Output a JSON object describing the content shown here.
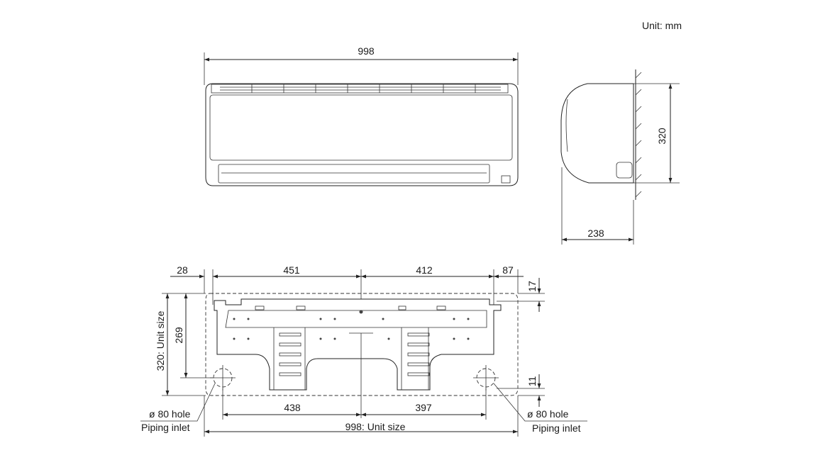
{
  "unit_label": "Unit: mm",
  "front_view": {
    "width": "998"
  },
  "side_view": {
    "height": "320",
    "depth": "238"
  },
  "mounting_plate": {
    "top_left": "28",
    "top_mid_left": "451",
    "top_mid_right": "412",
    "top_right": "87",
    "right_top": "17",
    "left_outer": "320: Unit size",
    "left_inner": "269",
    "right_bottom": "11",
    "bottom_left": "438",
    "bottom_right": "397",
    "bottom_total": "998: Unit size",
    "hole_left": "ø 80 hole",
    "inlet_left": "Piping inlet",
    "hole_right": "ø 80 hole",
    "inlet_right": "Piping inlet"
  }
}
